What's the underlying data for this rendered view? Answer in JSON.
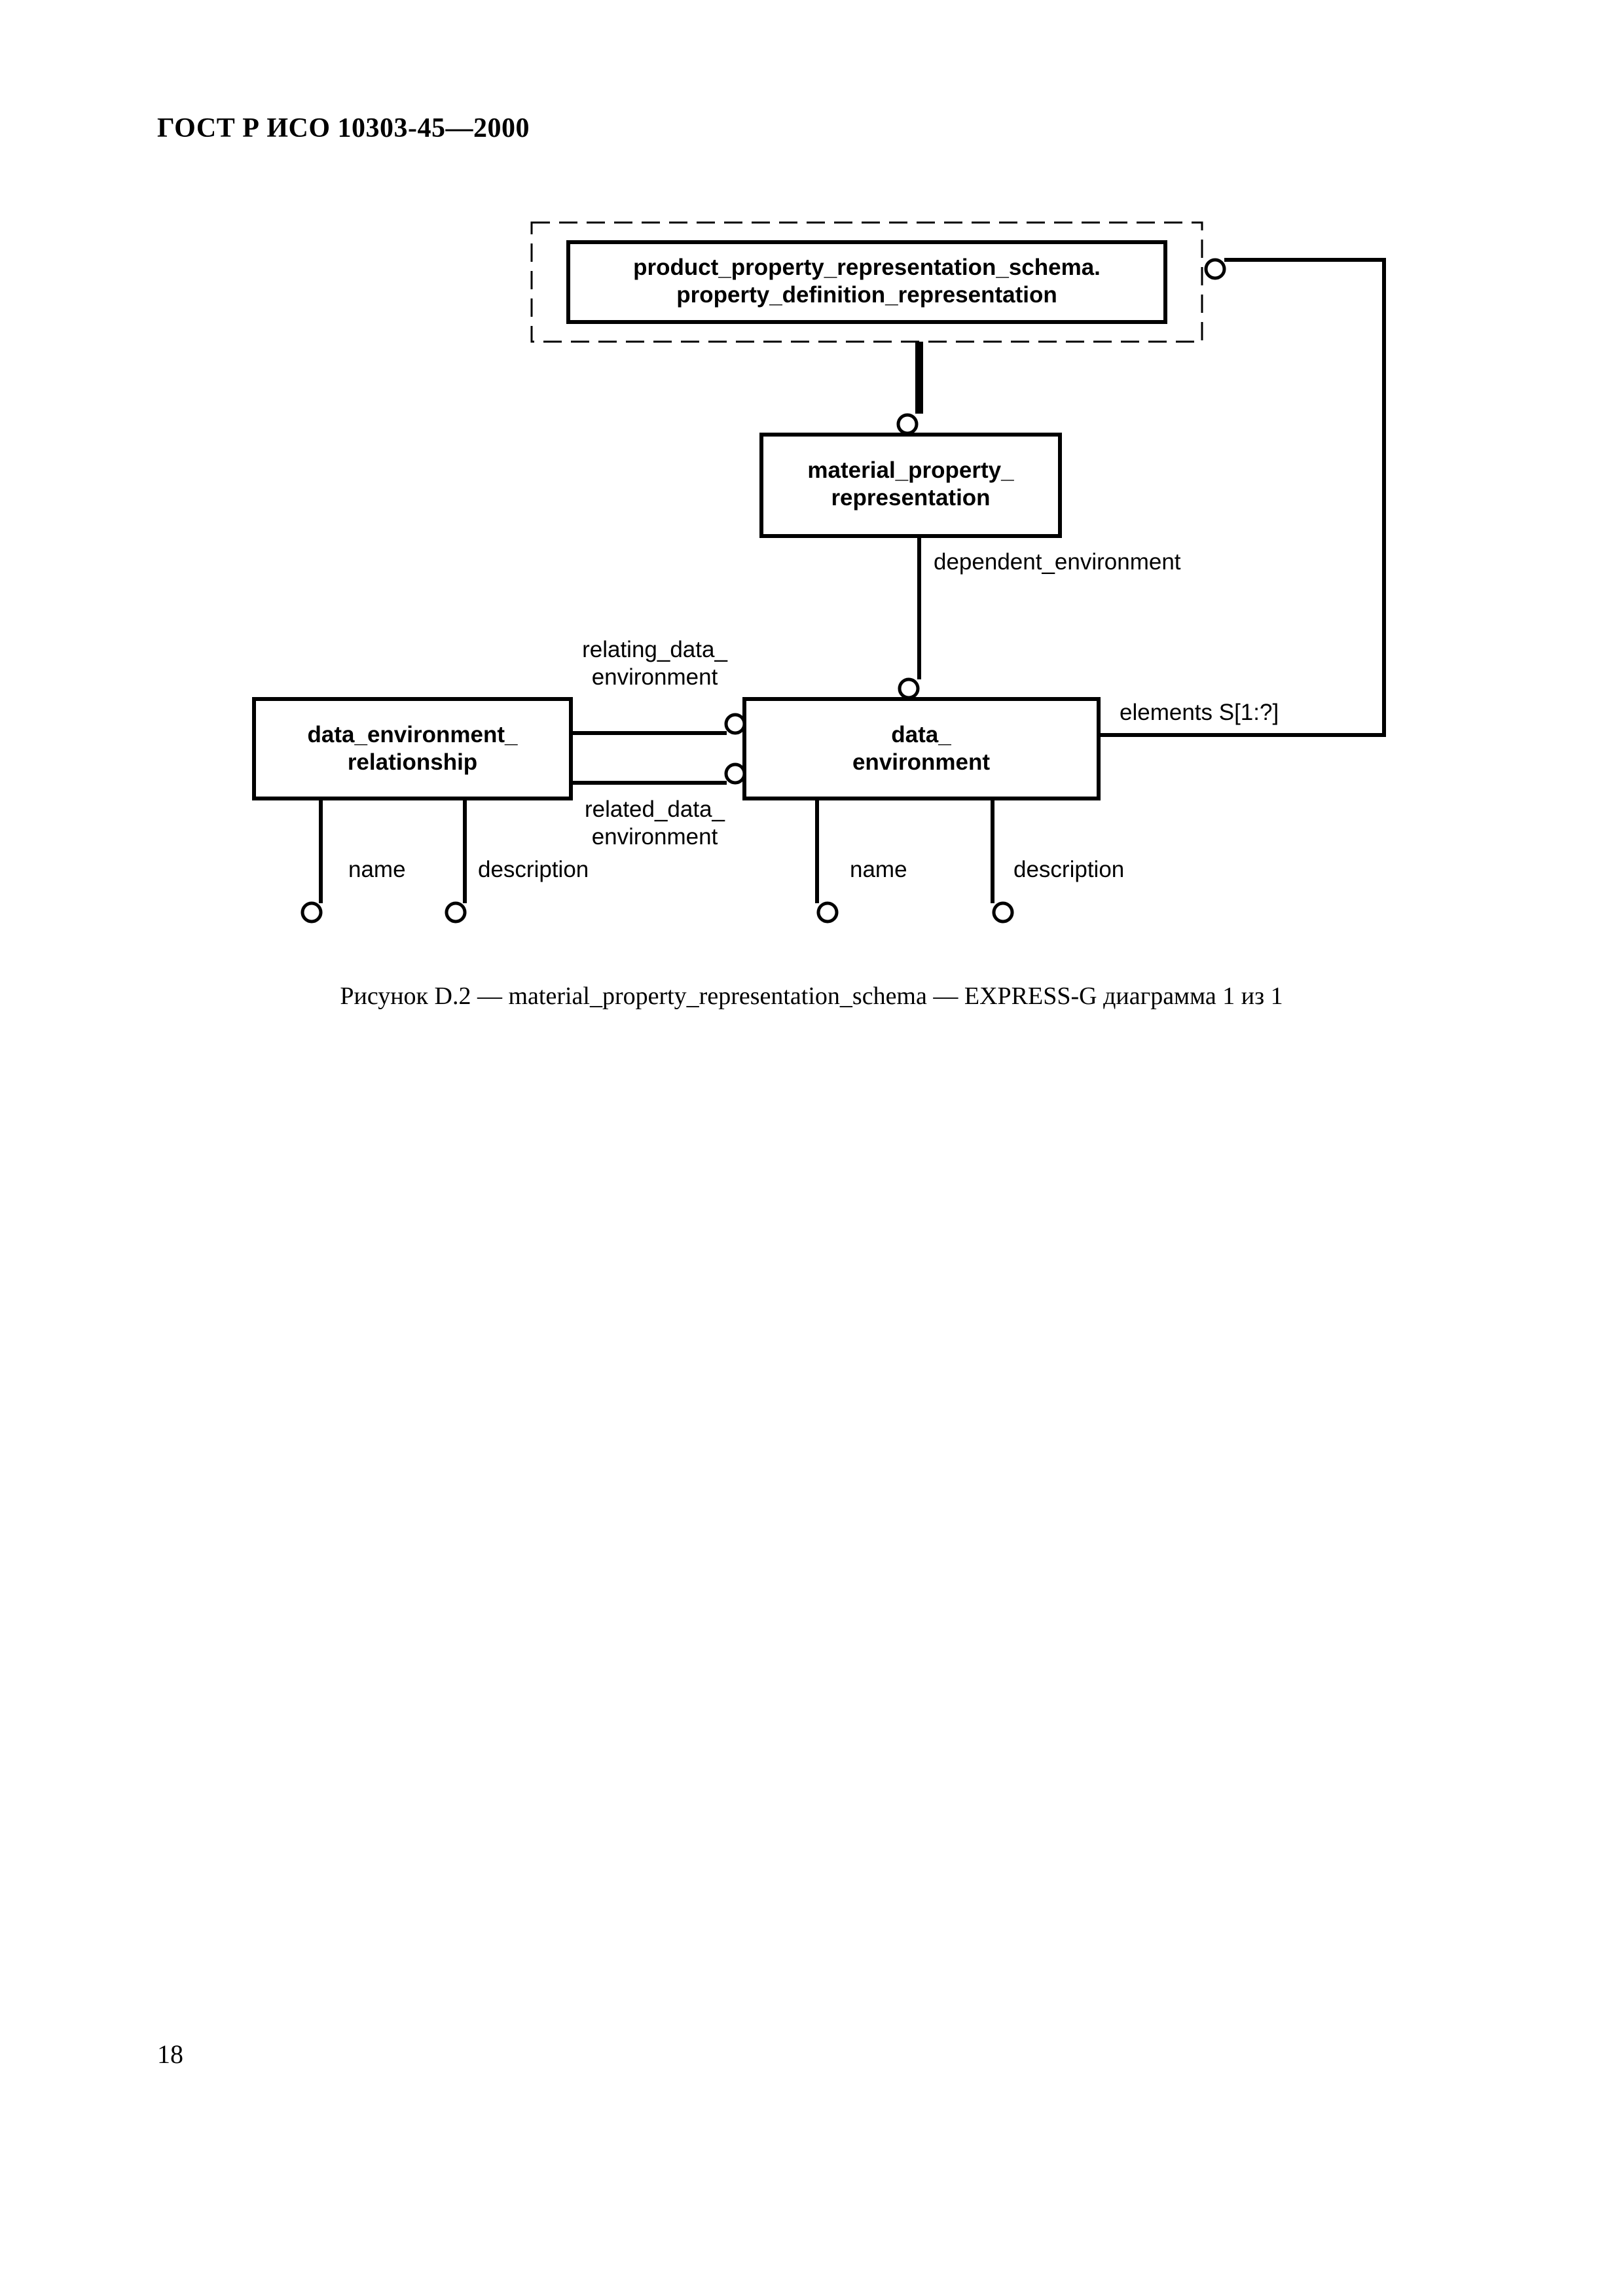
{
  "header": {
    "doc_id": "ГОСТ Р ИСО 10303-45—2000"
  },
  "diagram": {
    "boxes": {
      "ref_line1": "product_property_representation_schema.",
      "ref_line2": "property_definition_representation",
      "mpr_line1": "material_property_",
      "mpr_line2": "representation",
      "der_line1": "data_environment_",
      "der_line2": "relationship",
      "de_line1": "data_",
      "de_line2": "environment"
    },
    "attributes": {
      "dependent_environment": "dependent_environment",
      "relating_line1": "relating_data_",
      "relating_line2": "environment",
      "related_line1": "related_data_",
      "related_line2": "environment",
      "elements": "elements S[1:?]",
      "der_name": "name",
      "der_description": "description",
      "de_name": "name",
      "de_description": "description"
    }
  },
  "caption": "Рисунок D.2 — material_property_representation_schema — EXPRESS-G диаграмма 1 из 1",
  "page_number": "18"
}
